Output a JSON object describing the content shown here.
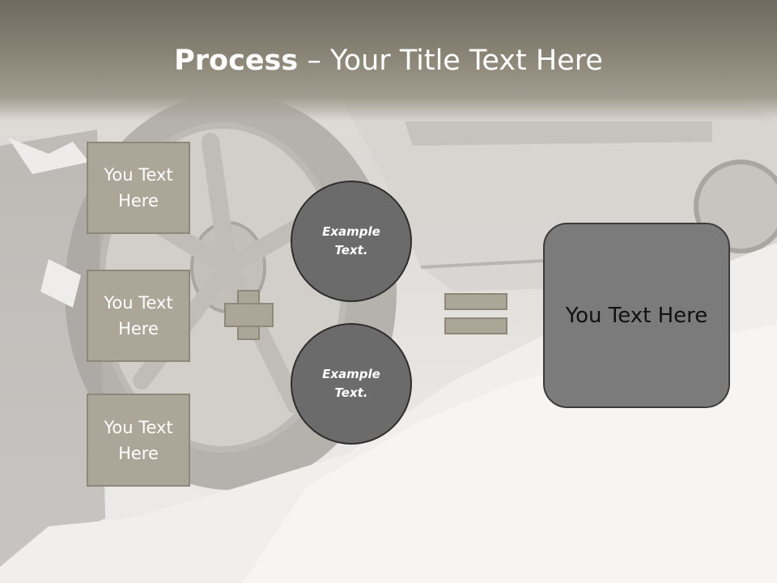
{
  "title": {
    "bold": "Process",
    "dash": " – ",
    "rest": "Your Title Text Here"
  },
  "left_boxes": [
    {
      "label": "You Text Here"
    },
    {
      "label": "You Text Here"
    },
    {
      "label": "You Text Here"
    }
  ],
  "circles": [
    {
      "label": "Example Text."
    },
    {
      "label": "Example Text."
    }
  ],
  "result": {
    "label": "You Text Here"
  },
  "colors": {
    "header": "#8a8476",
    "box_fill": "#aca699",
    "circle_fill": "#6b6b6b",
    "result_fill": "#7b7b7b"
  }
}
